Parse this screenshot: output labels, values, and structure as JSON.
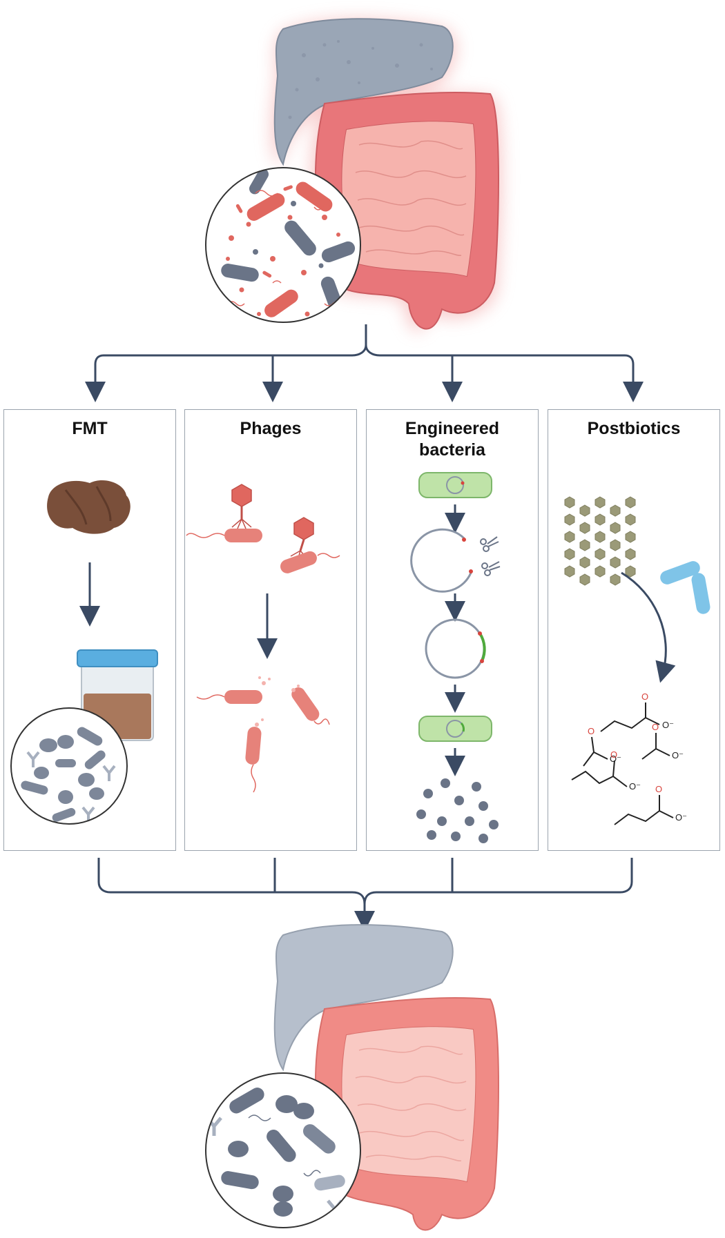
{
  "panels": [
    {
      "id": "fmt",
      "title": "FMT"
    },
    {
      "id": "phages",
      "title": "Phages"
    },
    {
      "id": "engineered",
      "title": "Engineered\nbacteria"
    },
    {
      "id": "postbiotics",
      "title": "Postbiotics"
    }
  ],
  "chemistry": {
    "charge": "O⁻",
    "oxygen": "O"
  },
  "colors": {
    "arrow": "#3a4a63",
    "liver": "#9aa6b6",
    "colon_inflamed": "#e8767a",
    "colon_healthy": "#f08b86",
    "bacteria_red": "#e0675f",
    "bacteria_blue": "#6a7487",
    "panel_border": "#9aa3ad",
    "engineered_cell": "#bfe3a8",
    "postbiotic_hex": "#9b9a78",
    "postbiotic_blue": "#7fc4e8"
  }
}
